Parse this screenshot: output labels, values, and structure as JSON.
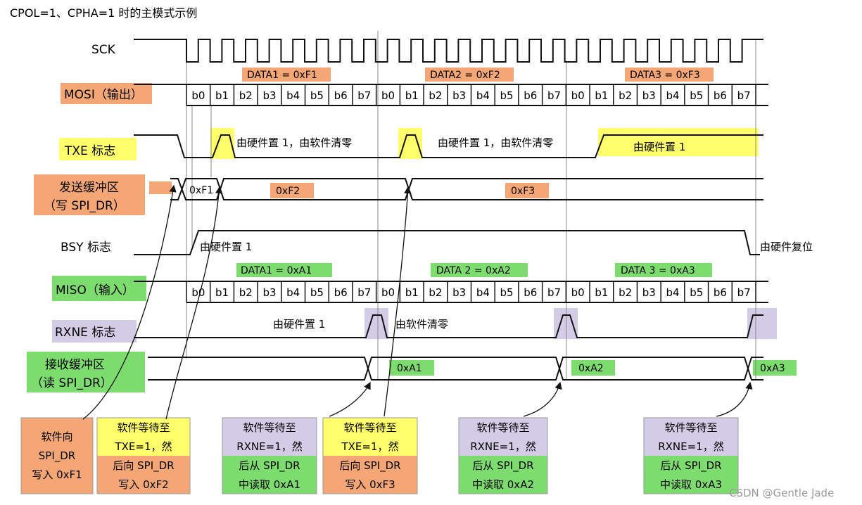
{
  "title": "CPOL=1、CPHA=1 时的主模式示例",
  "watermark": "CSDN @Gentle Jade",
  "colors": {
    "orange": "#F4A775",
    "yellow": "#FFFF6B",
    "green": "#7DDC6E",
    "purple": "#D3CCE6",
    "line": "#111111",
    "guide": "#888888"
  },
  "signals": {
    "sck": "SCK",
    "mosi": "MOSI（输出）",
    "txe": "TXE 标志",
    "tx_buffer_line1": "发送缓冲区",
    "tx_buffer_line2": "（写 SPI_DR）",
    "bsy": "BSY 标志",
    "miso": "MISO（输入）",
    "rxne": "RXNE 标志",
    "rx_buffer_line1": "接收缓冲区",
    "rx_buffer_line2": "（读 SPI_DR）"
  },
  "bits": [
    "b0",
    "b1",
    "b2",
    "b3",
    "b4",
    "b5",
    "b6",
    "b7"
  ],
  "mosi_data": [
    "DATA1 = 0xF1",
    "DATA2 = 0xF2",
    "DATA3 = 0xF3"
  ],
  "miso_data": [
    "DATA1 = 0xA1",
    "DATA 2 = 0xA2",
    "DATA 3 = 0xA3"
  ],
  "tx_values": [
    "0xF1",
    "0xF2",
    "0xF3"
  ],
  "rx_values": [
    "0xA1",
    "0xA2",
    "0xA3"
  ],
  "notes": {
    "txe_set_clear_1": "由硬件置 1，由软件清零",
    "txe_set_clear_2": "由硬件置 1，由软件清零",
    "txe_set_final": "由硬件置 1",
    "bsy_set": "由硬件置 1",
    "bsy_reset": "由硬件复位",
    "rxne_set": "由硬件置 1",
    "rxne_clear": "由软件清零"
  },
  "steps": [
    {
      "lines": [
        "软件向",
        "SPI_DR",
        "写入 0xF1"
      ]
    },
    {
      "lines": [
        "软件等待至",
        "TXE=1，然",
        "后向 SPI_DR",
        "写入 0xF2"
      ]
    },
    {
      "lines": [
        "软件等待至",
        "RXNE=1，然",
        "后从 SPI_DR",
        "中读取 0xA1"
      ]
    },
    {
      "lines": [
        "软件等待至",
        "TXE=1，然",
        "后向 SPI_DR",
        "写入 0xF3"
      ]
    },
    {
      "lines": [
        "软件等待至",
        "RXNE=1，然",
        "后从 SPI_DR",
        "中读取 0xA2"
      ]
    },
    {
      "lines": [
        "软件等待至",
        "RXNE=1，然",
        "后从 SPI_DR",
        "中读取 0xA3"
      ]
    }
  ]
}
